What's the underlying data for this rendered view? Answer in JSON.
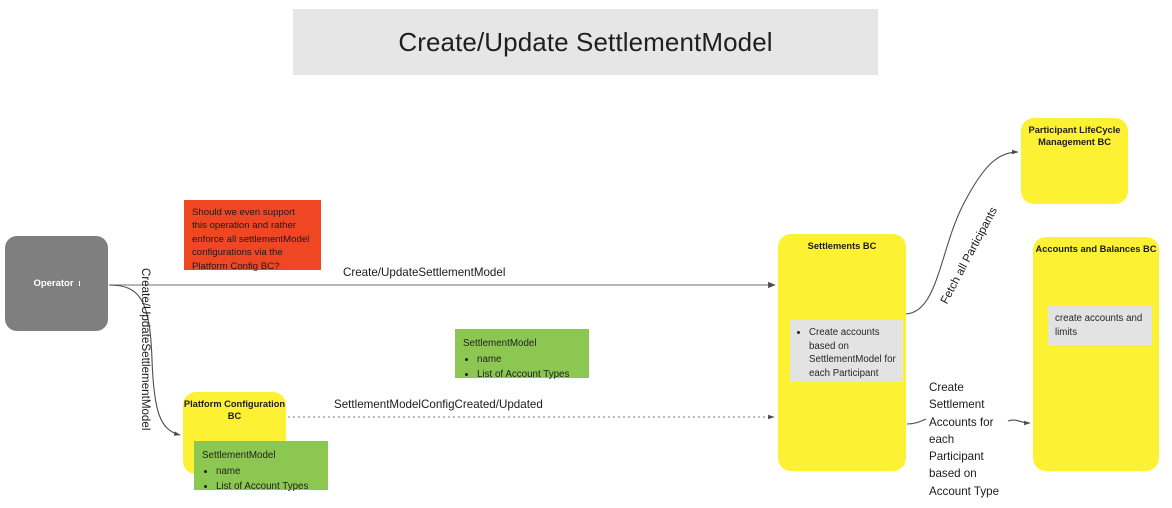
{
  "title": {
    "text": "Create/Update SettlementModel"
  },
  "actors": {
    "operator": {
      "label": "Operator"
    }
  },
  "notes": {
    "question": {
      "lines": [
        "Should we even support",
        "this operation and rather",
        "enforce all settlementModel",
        "configurations via the",
        "Platform Config BC?"
      ],
      "color": "#ef4723"
    }
  },
  "contexts": {
    "participant_lifecycle": {
      "title": "Participant LifeCycle Management BC",
      "color": "#fdf134"
    },
    "settlements": {
      "title": "Settlements BC",
      "color": "#fdf134",
      "note": {
        "bullets": [
          "Create accounts based on SettlementModel for each Participant"
        ],
        "color": "#e3e3e3"
      }
    },
    "accounts_balances": {
      "title": "Accounts and Balances BC",
      "color": "#fdf134",
      "note": {
        "lines": [
          "create accounts and limits"
        ],
        "color": "#e3e3e3"
      }
    },
    "platform_configuration": {
      "title": "Platform Configuration BC",
      "color": "#fdf134"
    }
  },
  "models": {
    "settlement_model_standalone": {
      "title": "SettlementModel",
      "fields": [
        "name",
        "List of Account Types"
      ],
      "color": "#8cc751"
    },
    "settlement_model_platform": {
      "title": "SettlementModel",
      "fields": [
        "name",
        "List of Account Types"
      ],
      "color": "#8cc751"
    }
  },
  "edges": {
    "operator_to_settlements": {
      "label": "Create/UpdateSettlementModel",
      "style": "solid"
    },
    "operator_to_platform_config": {
      "label": "Create/UpdateSettlementModel",
      "style": "solid"
    },
    "platform_config_to_settlements": {
      "label": "SettlementModelConfigCreated/Updated",
      "style": "dotted"
    },
    "settlements_to_participant_lifecycle": {
      "label": "Fetch all Participants",
      "style": "solid"
    },
    "settlements_to_accounts": {
      "label_lines": [
        "Create",
        "Settlement",
        "Accounts for",
        "each",
        "Participant",
        "based on",
        "Account Type"
      ],
      "style": "solid"
    }
  }
}
